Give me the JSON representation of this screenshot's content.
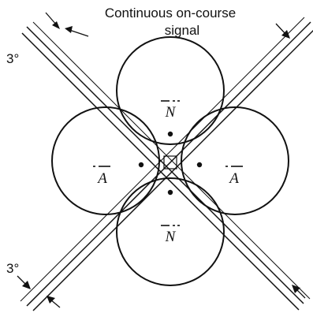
{
  "title_line1": "Continuous on-course",
  "title_line2": "signal",
  "angle_label_top": "3°",
  "angle_label_bottom": "3°",
  "sector_labels": {
    "top": "N",
    "bottom": "N",
    "left": "A",
    "right": "A"
  }
}
